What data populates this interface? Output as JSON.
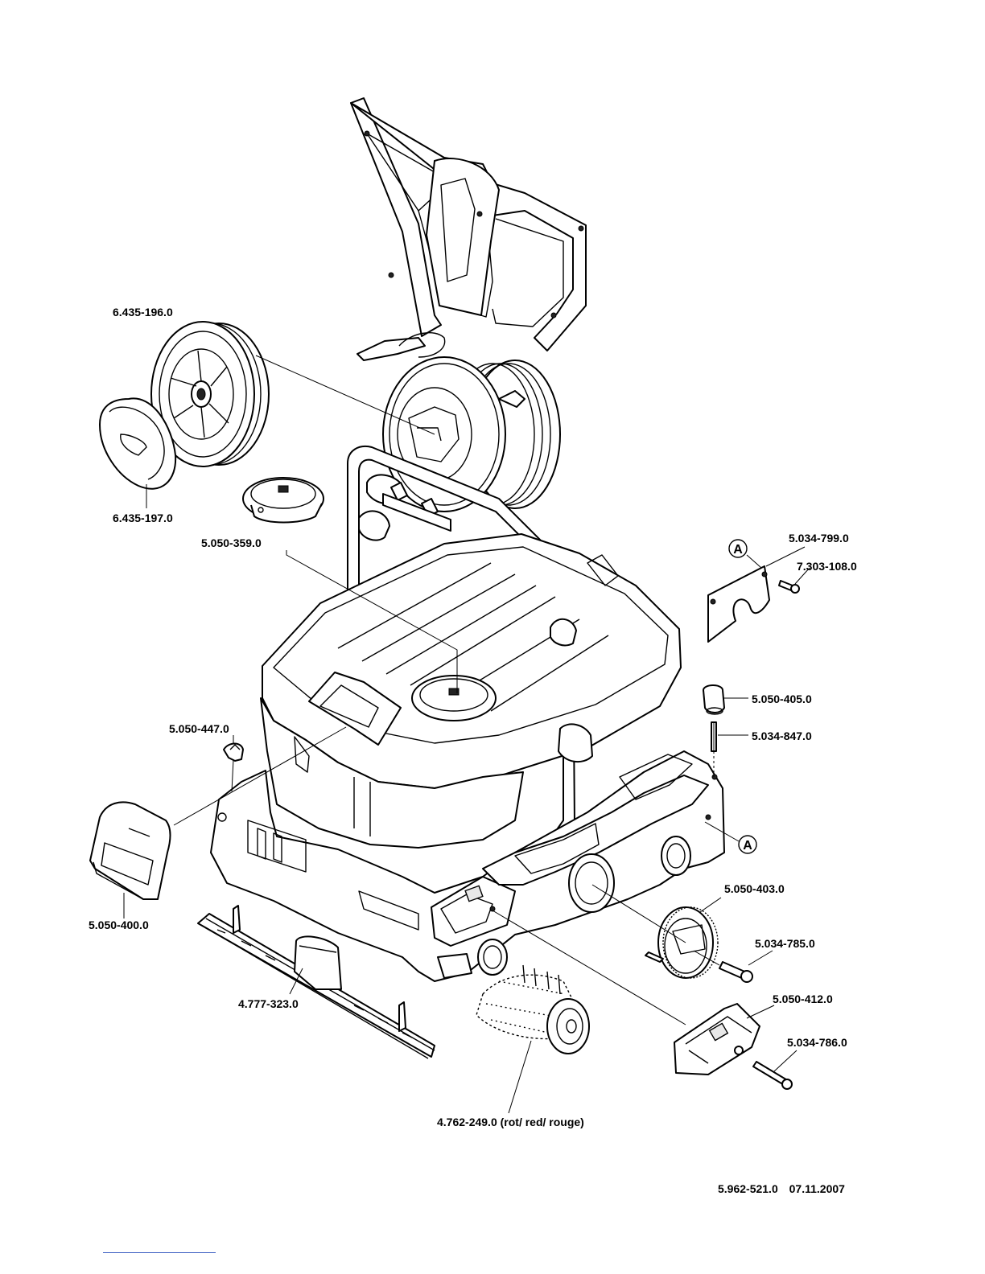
{
  "labels": {
    "wheel_large": "6.435-196.0",
    "wheel_cap": "6.435-197.0",
    "lid_cover": "5.050-359.0",
    "plate": "5.034-799.0",
    "screw": "7.303-108.0",
    "bumper_roller": "5.050-405.0",
    "pin": "5.034-847.0",
    "knob": "5.050-447.0",
    "front_flap": "5.050-400.0",
    "small_wheel": "5.050-403.0",
    "axle_pin": "5.034-785.0",
    "side_cap": "5.050-412.0",
    "long_pin": "5.034-786.0",
    "squeegee": "4.777-323.0",
    "brush_roller": "4.762-249.0 (rot/ red/ rouge)"
  },
  "markers": {
    "ref_a_top": "A",
    "ref_a_bottom": "A"
  },
  "footer": {
    "doc_number": "5.962-521.0",
    "date": "07.11.2007"
  },
  "colors": {
    "line": "#000000",
    "background": "#ffffff",
    "rule": "#3b5ec2"
  }
}
